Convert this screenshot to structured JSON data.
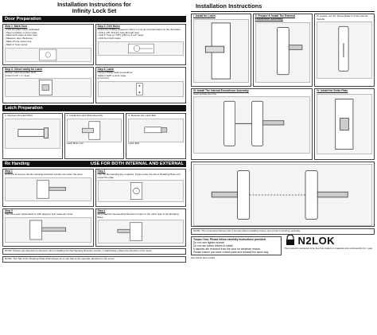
{
  "left": {
    "title_line1": "Installation Instructions for",
    "title_line2": "Infinity Lock Set",
    "door_prep": {
      "header": "Door Preparation",
      "step1": {
        "label": "Step 1: Mark Door",
        "lines": [
          "• Fold template where indicated",
          "• Tape template on door edge",
          "• Mark both sides of door face",
          "• Measure door thickness",
          "• Mark 2\"hole center line",
          "• Mark 2\" hole center"
        ]
      },
      "step2": {
        "label": "Step 2: Drill Holes",
        "lines": [
          "Follow the Drilling sequence (Step 1 to 2) as recommended on the Template",
          "• Drill 2 1/8\" (54mm) hole through door",
          "• Drill 1\" hole (or 7/8\") (25mm) 2 1/2\" deep",
          "• Drill from both sides"
        ]
      },
      "step3": {
        "label": "Step 3: Chisel cavity for Latch",
        "lines": [
          "Mortise Latch faceplate flush",
          "Chisel 2 1/4\" x 1\" deep"
        ]
      },
      "step4": {
        "label": "Step 4: Latch",
        "lines": [
          "Using 2 Phillip head screwdriver",
          "Tighten latch to door edge",
          "(2 screws)"
        ]
      }
    },
    "latch_prep": {
      "header": "Latch Preparation",
      "col1": "1. Depress the Latch Bolt",
      "col2": "2. Install the Latch Bolt Assembly",
      "col3": "3. Release the Latch Bolt",
      "caption1": "Latch Bolt Lock",
      "caption2": "Latch Bolt"
    },
    "rehanding": {
      "header_left": "Re Handing",
      "header_right": "USE FOR BOTH INTERNAL AND EXTERNAL",
      "step1": {
        "label": "Step 1",
        "text": "Unscrew & remove the Re-handing Direction Limiter set under the lever"
      },
      "step2": {
        "label": "Step 2",
        "text": "Use the Re-handing key supplied. Press under the tab of Rotating Plate and rotate the plate"
      },
      "step3": {
        "label": "Step 3",
        "text": "Turn the Lever downwards to 180 degrees and rotate the lever"
      },
      "step4": {
        "label": "Step 4",
        "text": "Re-Install the Re-handing Direction Limiter in the other side of the Rotating Base"
      }
    },
    "note": "NOTE: Please pay attention to direction when installing the Re-Handing Direction Limiter, it shall always follow the direction of the lever.",
    "note2": "NOTE: The Tab of the Rotating Plate shall always be in slot that is the opposite direction to the Lever"
  },
  "right": {
    "title": "Installation Instructions",
    "install": {
      "label_i": "I. Install the Latch",
      "label_ii": "II. Prepare & Install The External Escutcheon Assembly",
      "label_iii": "III. Install The Internal Escutcheon Assembly",
      "label_iv": "IV. Install the Strike Plate"
    },
    "notes": {
      "n1": "IF needed, turn the Torque Blade to fit the Internal Spindle",
      "n2": "Insert spindle into hole"
    },
    "mid_text": "NOTE: The connecting Sleeve has 2 Arrows when installing ensure one Arrow is pointing vertically",
    "checklist_title": "Torque-Turn, Please follow carefully instructions provided",
    "checklist": [
      "Do not over tighten screws",
      "Do not use power drivers to install",
      "If handles are removed from the door for whatever reason",
      "Please ensure you have correct parts and reinstall the same way"
    ],
    "logo": "N2LOK",
    "warranty": "This product is warranted to be free from defects in materials and workmanship for 1 year.",
    "footer": "N2L-INF-IN  Rev.A 01/18"
  }
}
